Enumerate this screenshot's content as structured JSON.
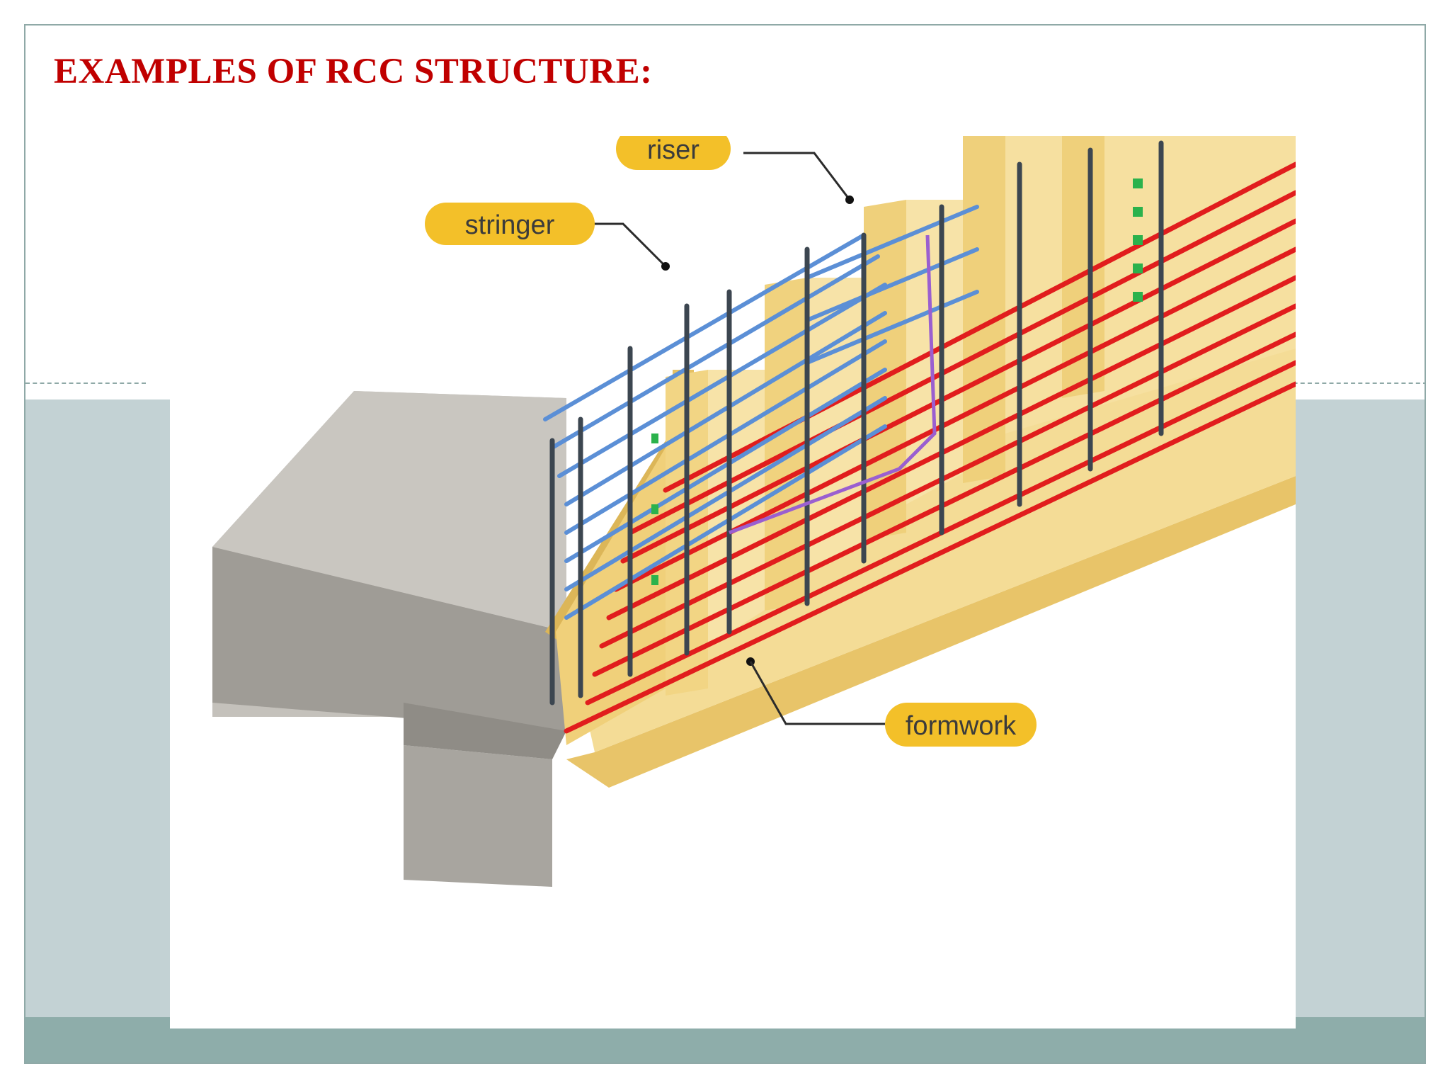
{
  "slide": {
    "title": "EXAMPLES OF RCC STRUCTURE:"
  },
  "diagram": {
    "labels": {
      "riser": "riser",
      "stringer": "stringer",
      "formwork": "formwork"
    }
  },
  "colors": {
    "title": "#c00000",
    "teal_panel": "#c3d2d4",
    "bottom_band": "#8eadaa",
    "callout_fill": "#f3c029",
    "formwork_wood": "#f2d58a",
    "main_rebar": "#e11d1d",
    "distribution_rebar": "#5b8fd6",
    "vertical_rebar": "#3c4650",
    "concrete": "#b8b5b0"
  }
}
